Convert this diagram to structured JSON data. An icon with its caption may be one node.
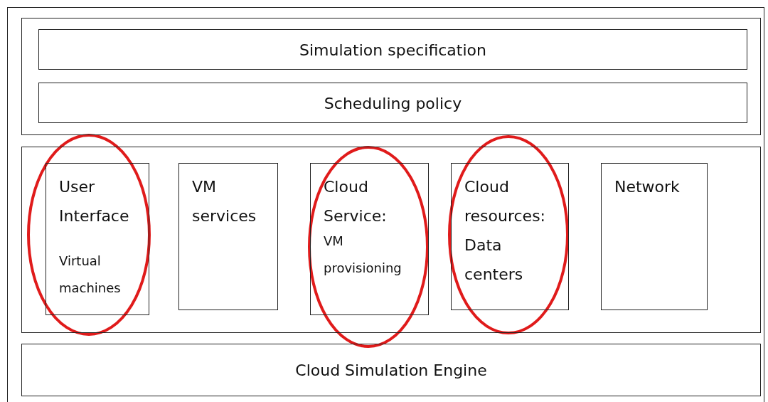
{
  "diagram": {
    "nodes": [
      {
        "text": [],
        "shape": "box"
      },
      {
        "text": [
          "Simulation specification"
        ],
        "in": 0
      },
      {
        "text": [
          "Scheduling policy"
        ],
        "in": 0
      },
      {
        "text": [],
        "shape": "box"
      },
      {
        "text": [
          "User Interface",
          "Virtual machines"
        ],
        "in": 3
      },
      {
        "text": [
          "VM services"
        ],
        "in": 3
      },
      {
        "text": [
          "Cloud Service:",
          "VM provisioning"
        ],
        "in": 3
      },
      {
        "text": [
          "Cloud resources: Data centers"
        ],
        "in": 3
      },
      {
        "text": [
          "Network"
        ],
        "in": 3
      },
      {
        "text": [
          "Cloud Simulation Engine"
        ]
      }
    ],
    "edges": []
  }
}
